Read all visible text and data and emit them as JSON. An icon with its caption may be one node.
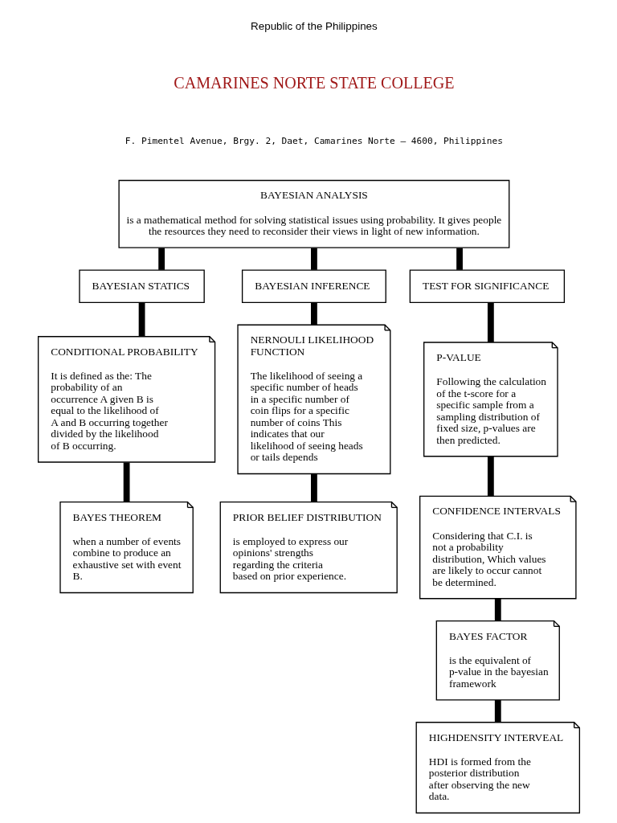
{
  "diagram": {
    "nodes": [
      {
        "text": [
          "BAYESIAN ANALYSIS",
          "is a mathematical method for solving statistical issues using probability. It gives people the resources they need to reconsider their views in light of new information."
        ]
      },
      {
        "text": [
          "BAYESIAN STATICS"
        ]
      },
      {
        "text": [
          "BAYESIAN INFERENCE"
        ]
      },
      {
        "text": [
          "TEST FOR SIGNIFICANCE"
        ]
      },
      {
        "text": [
          "CONDITIONAL PROBABILITY",
          "It is defined as the: The probability of an occurrence A given B is equal to the likelihood of A and B occurring together divided by the likelihood of B occurring."
        ]
      },
      {
        "text": [
          "BAYES THEOREM",
          "when a number of events combine to produce an exhaustive set with event B."
        ]
      },
      {
        "text": [
          "NERNOULI LIKELIHOOD FUNCTION",
          "The likelihood of seeing a specific number of heads in a specific number of coin flips for a specific number of coins This indicates that our likelihood of seeing heads or tails depends"
        ]
      },
      {
        "text": [
          "PRIOR BELIEF DISTRIBUTION",
          "is employed to express our opinions' strengths regarding the criteria based on prior experience."
        ]
      },
      {
        "text": [
          "P-VALUE",
          "Following the calculation of the t-score for a specific sample from a sampling distribution of fixed size, p-values are then predicted."
        ]
      },
      {
        "text": [
          "CONFIDENCE INTERVALS",
          "Considering that C.I. is not a probability distribution, Which values are likely to occur cannot be determined."
        ]
      },
      {
        "text": [
          "BAYES FACTOR",
          "is the equivalent of p-value in the bayesian framework"
        ]
      },
      {
        "text": [
          "HIGHDENSITY INTERVEAL",
          "HDI is formed from the posterior distribution after observing the new data."
        ]
      }
    ],
    "edges": [
      {
        "from": 0,
        "to": 1,
        "arrow": "none"
      },
      {
        "from": 0,
        "to": 2,
        "arrow": "none"
      },
      {
        "from": 0,
        "to": 3,
        "arrow": "none"
      },
      {
        "from": 1,
        "to": 4,
        "arrow": "none"
      },
      {
        "from": 4,
        "to": 5,
        "arrow": "none"
      },
      {
        "from": 2,
        "to": 6,
        "arrow": "none"
      },
      {
        "from": 6,
        "to": 7,
        "arrow": "none"
      },
      {
        "from": 3,
        "to": 8,
        "arrow": "none"
      },
      {
        "from": 8,
        "to": 9,
        "arrow": "none"
      },
      {
        "from": 9,
        "to": 10,
        "arrow": "none"
      },
      {
        "from": 10,
        "to": 11,
        "arrow": "none"
      }
    ],
    "labels": [
      "Republic of the Philippines",
      "CAMARINES NORTE STATE COLLEGE",
      "F. Pimentel Avenue, Brgy. 2, Daet, Camarines Norte – 4600, Philippines"
    ]
  }
}
